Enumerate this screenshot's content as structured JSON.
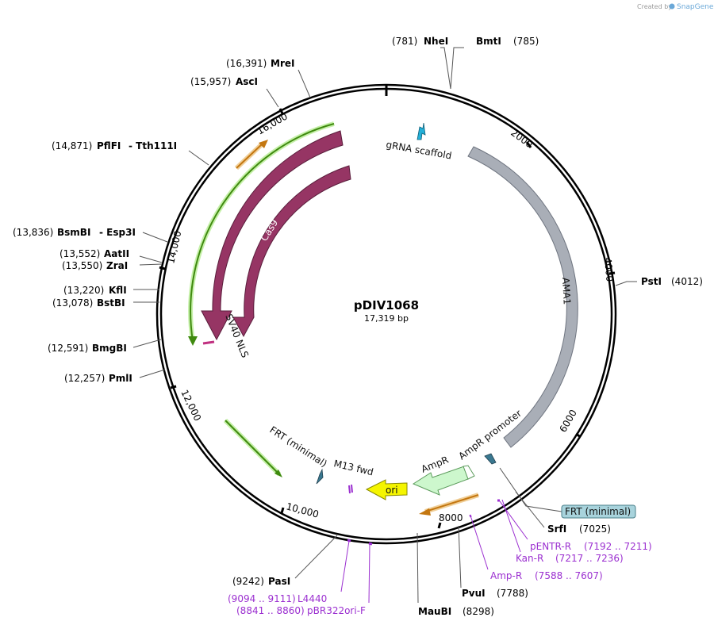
{
  "credit": {
    "prefix": "Created by",
    "brand": "SnapGene"
  },
  "plasmid": {
    "name": "pDIV1068",
    "size": "17,319 bp"
  },
  "ticks": [
    {
      "text": "2000"
    },
    {
      "text": "4000"
    },
    {
      "text": "6000"
    },
    {
      "text": "8000"
    },
    {
      "text": "10,000"
    },
    {
      "text": "12,000"
    },
    {
      "text": "14,000"
    },
    {
      "text": "16,000"
    }
  ],
  "features": {
    "gRNA": "gRNA scaffold",
    "AMA1": "AMA1",
    "cas9_outer": "Cas9",
    "cas9_inner": "Cas9",
    "sv40": "SV40 NLS",
    "ampR_promoter": "AmpR promoter",
    "ampR": "AmpR",
    "ori": "ori",
    "frt_inside": "FRT (minimal)",
    "m13": "M13 fwd",
    "frt_box": "FRT (minimal)"
  },
  "sites": [
    {
      "pos": "(781)",
      "name": "NheI"
    },
    {
      "pos": "(785)",
      "name": "BmtI"
    },
    {
      "pos": "(16,391)",
      "name": "MreI"
    },
    {
      "pos": "(15,957)",
      "name": "AscI"
    },
    {
      "pos": "(14,871)",
      "name": "PflFI",
      "extra": "- Tth111I"
    },
    {
      "pos": "(13,836)",
      "name": "BsmBI",
      "extra": "- Esp3I"
    },
    {
      "pos": "(13,552)",
      "name": "AatII"
    },
    {
      "pos": "(13,550)",
      "name": "ZraI"
    },
    {
      "pos": "(13,220)",
      "name": "KflI"
    },
    {
      "pos": "(13,078)",
      "name": "BstBI"
    },
    {
      "pos": "(12,591)",
      "name": "BmgBI"
    },
    {
      "pos": "(12,257)",
      "name": "PmlI"
    },
    {
      "pos": "(9242)",
      "name": "PasI"
    },
    {
      "pos": "(4012)",
      "name": "PstI"
    },
    {
      "pos": "(7025)",
      "name": "SrfI"
    },
    {
      "pos": "(7788)",
      "name": "PvuI"
    },
    {
      "pos": "(8298)",
      "name": "MauBI"
    }
  ],
  "primers": [
    {
      "name": "pENTR-R",
      "range": "(7192 .. 7211)"
    },
    {
      "name": "Kan-R",
      "range": "(7217 .. 7236)"
    },
    {
      "name": "Amp-R",
      "range": "(7588 .. 7607)"
    },
    {
      "name": "L4440",
      "range": "(9094 .. 9111)"
    },
    {
      "name": "pBR322ori-F",
      "range": "(8841 .. 8860)"
    }
  ],
  "colors": {
    "cas9": "#963564",
    "ama1": "#a9aeb7",
    "ampR": "#cdf7cd",
    "ori": "#f5f500",
    "frt_box": "#a8d3dc",
    "primer": "#9b2fd0",
    "green_arrow": "#3f8a0f",
    "orange_arrow": "#c47710"
  }
}
